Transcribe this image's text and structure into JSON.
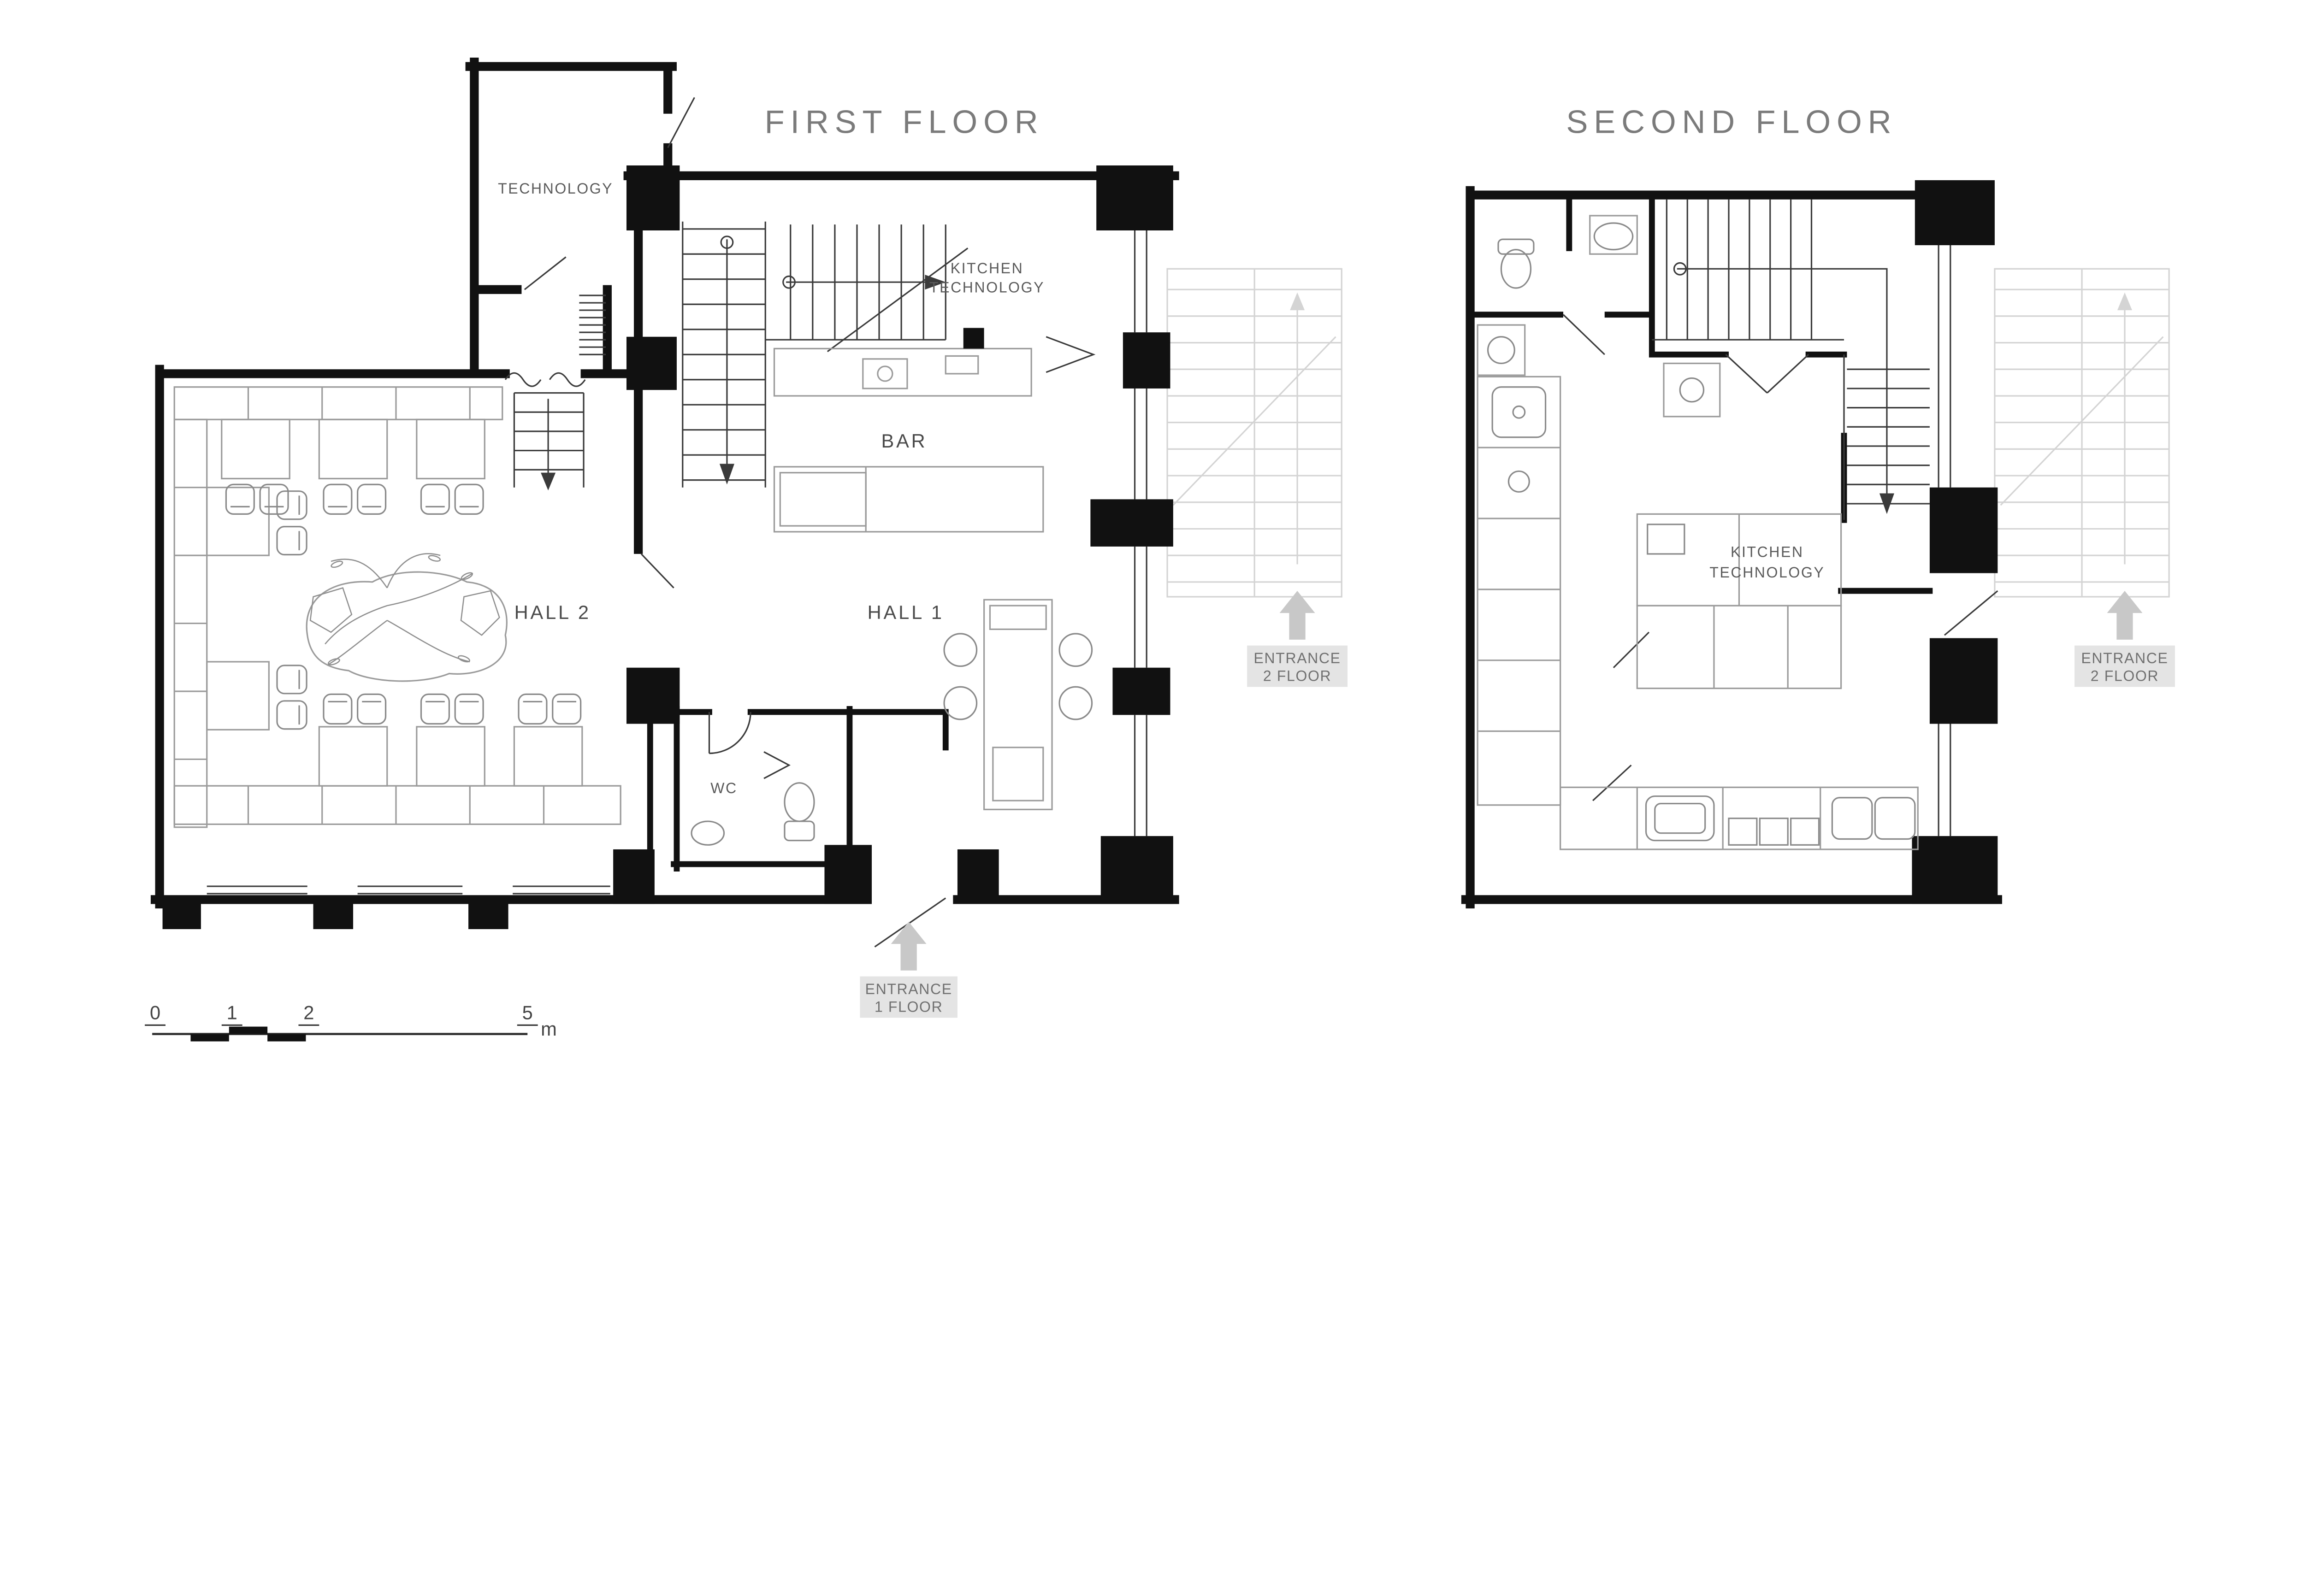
{
  "titles": {
    "first": "FIRST FLOOR",
    "second": "SECOND FLOOR"
  },
  "first_floor": {
    "technology": "TECHNOLOGY",
    "kitchen_technology": {
      "line1": "KITCHEN",
      "line2": "TECHNOLOGY"
    },
    "bar": "BAR",
    "hall2": "HALL 2",
    "hall1": "HALL 1",
    "wc": "WC",
    "entrance_second_floor": {
      "line1": "ENTRANCE",
      "line2": "2 FLOOR"
    },
    "entrance_first_floor": {
      "line1": "ENTRANCE",
      "line2": "1 FLOOR"
    }
  },
  "second_floor": {
    "kitchen_technology": {
      "line1": "KITCHEN",
      "line2": "TECHNOLOGY"
    },
    "entrance_second_floor": {
      "line1": "ENTRANCE",
      "line2": "2 FLOOR"
    }
  },
  "scale_bar": {
    "tick_0": "0",
    "tick_1": "1",
    "tick_2": "2",
    "tick_5": "5",
    "unit": "m"
  },
  "colors": {
    "walls": "#111111",
    "furniture_lines": "#9b9b9b",
    "ghost_lines": "#d4d4d4",
    "badge_background": "#e4e4e4",
    "badge_text": "#707070",
    "entrance_arrow": "#c8c8c8",
    "title_text": "#7b7b7b"
  }
}
